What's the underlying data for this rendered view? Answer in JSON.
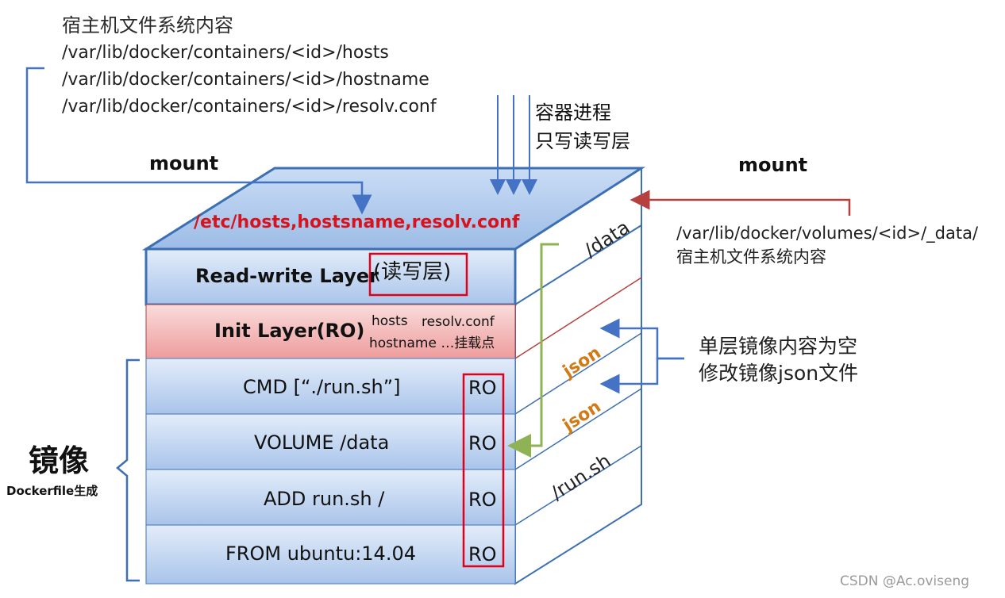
{
  "host_box": {
    "title": "宿主机文件系统内容",
    "paths": [
      "/var/lib/docker/containers/<id>/hosts",
      "/var/lib/docker/containers/<id>/hostname",
      "/var/lib/docker/containers/<id>/resolv.conf"
    ]
  },
  "mount_left": "mount",
  "mount_right": "mount",
  "container_process": [
    "容器进程",
    "只写读写层"
  ],
  "top_face_label": "/etc/hosts,hostsname,resolv.conf",
  "rw_layer": {
    "label": "Read-write Layer",
    "cn_label": "(读写层)"
  },
  "init_layer": {
    "label": "Init Layer(RO)",
    "files_line1": [
      "hosts",
      "resolv.conf"
    ],
    "files_line2": "hostname …挂载点"
  },
  "image_layers": [
    {
      "cmd": "CMD [“./run.sh”]",
      "ro": "RO"
    },
    {
      "cmd": "VOLUME /data",
      "ro": "RO"
    },
    {
      "cmd": "ADD run.sh /",
      "ro": "RO"
    },
    {
      "cmd": "FROM ubuntu:14.04",
      "ro": "RO"
    }
  ],
  "side_labels": {
    "data": "/data",
    "json1": "json",
    "json2": "json",
    "run_sh": "/run.sh"
  },
  "volume_note": [
    "/var/lib/docker/volumes/<id>/_data/",
    "宿主机文件系统内容"
  ],
  "json_note": [
    "单层镜像内容为空",
    "修改镜像json文件"
  ],
  "image_brace": {
    "title": "镜像",
    "subtitle": "Dockerfile生成"
  },
  "watermark": "CSDN @Ac.oviseng",
  "colors": {
    "layer_blue": "#bcd3f0",
    "init_red": "#f3b6b6",
    "outline": "#3d6fb5",
    "red_accent": "#d7141d",
    "green_arrow": "#8fb255",
    "json_orange": "#d17a16",
    "dark_red_arrow": "#b4413f"
  }
}
